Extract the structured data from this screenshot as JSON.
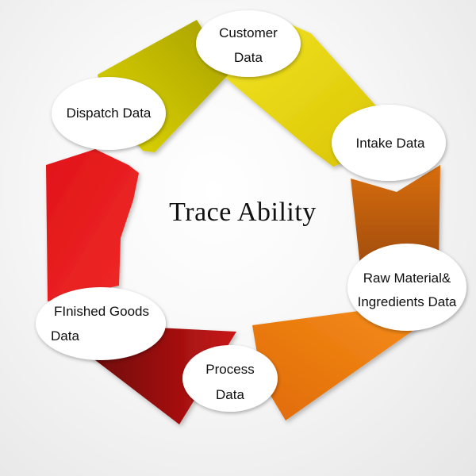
{
  "title": "Trace Ability",
  "cycle_stages": [
    {
      "id": "customer",
      "lines": [
        "Customer",
        "Data"
      ],
      "arrow_color": "#e8d400"
    },
    {
      "id": "intake",
      "lines": [
        "Intake Data"
      ],
      "arrow_color": "#cc6608"
    },
    {
      "id": "raw-material",
      "lines": [
        "Raw Material&",
        "Ingredients Data"
      ],
      "arrow_color": "#f07d0a"
    },
    {
      "id": "process",
      "lines": [
        "Process",
        "Data"
      ],
      "arrow_color": "#b31010"
    },
    {
      "id": "finished-goods",
      "lines": [
        "FInished Goods",
        "Data"
      ],
      "arrow_color": "#e8141b"
    },
    {
      "id": "dispatch",
      "lines": [
        "Dispatch Data"
      ],
      "arrow_color": "#c9c200"
    }
  ]
}
